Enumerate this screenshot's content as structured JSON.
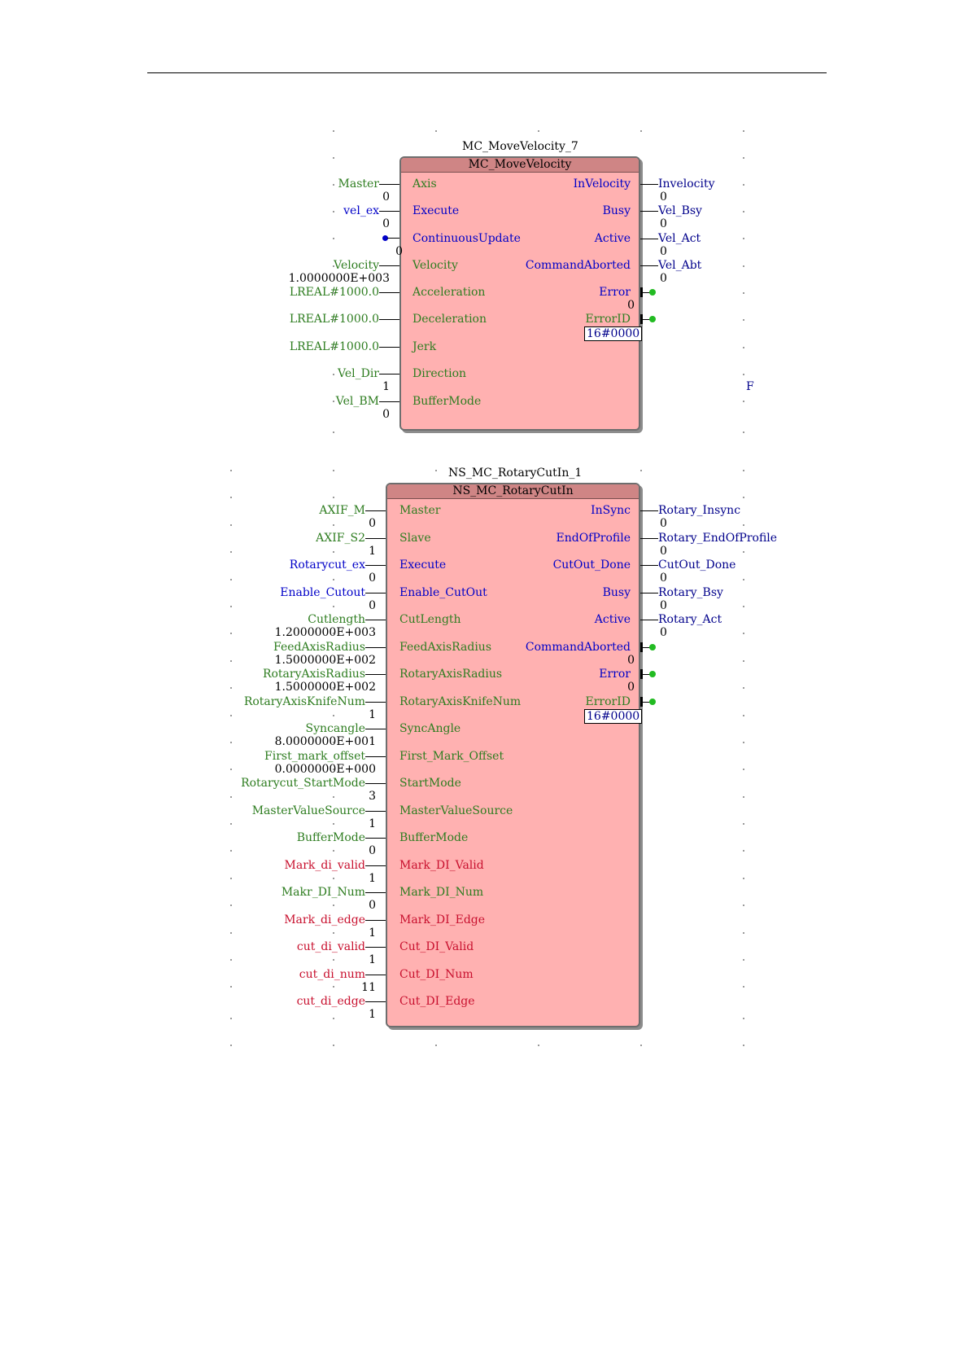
{
  "block1": {
    "instance": "MC_MoveVelocity_7",
    "type": "MC_MoveVelocity",
    "inputs": [
      {
        "pin": "Axis",
        "var": "Master",
        "val": "0",
        "pinColor": "g"
      },
      {
        "pin": "Execute",
        "var": "vel_ex",
        "val": "0",
        "pinColor": "b"
      },
      {
        "pin": "ContinuousUpdate",
        "var": "",
        "val": "0",
        "pinColor": "b"
      },
      {
        "pin": "Velocity",
        "var": "Velocity",
        "val": "1.0000000E+003",
        "pinColor": "g"
      },
      {
        "pin": "Acceleration",
        "var": "LREAL#1000.0",
        "val": "",
        "pinColor": "g"
      },
      {
        "pin": "Deceleration",
        "var": "LREAL#1000.0",
        "val": "",
        "pinColor": "g"
      },
      {
        "pin": "Jerk",
        "var": "LREAL#1000.0",
        "val": "",
        "pinColor": "g"
      },
      {
        "pin": "Direction",
        "var": "Vel_Dir",
        "val": "1",
        "pinColor": "g"
      },
      {
        "pin": "BufferMode",
        "var": "Vel_BM",
        "val": "0",
        "pinColor": "g"
      }
    ],
    "outputs": [
      {
        "pin": "InVelocity",
        "var": "Invelocity",
        "val": "0"
      },
      {
        "pin": "Busy",
        "var": "Vel_Bsy",
        "val": "0"
      },
      {
        "pin": "Active",
        "var": "Vel_Act",
        "val": "0"
      },
      {
        "pin": "CommandAborted",
        "var": "Vel_Abt",
        "val": "0"
      },
      {
        "pin": "Error",
        "var": "",
        "val": "0"
      },
      {
        "pin": "ErrorID",
        "var": "",
        "val": "16#0000"
      }
    ],
    "side_mark": "F"
  },
  "block2": {
    "instance": "NS_MC_RotaryCutIn_1",
    "type": "NS_MC_RotaryCutIn",
    "inputs": [
      {
        "pin": "Master",
        "var": "AXIF_M",
        "val": "0",
        "pinColor": "g",
        "varColor": "g"
      },
      {
        "pin": "Slave",
        "var": "AXIF_S2",
        "val": "1",
        "pinColor": "g",
        "varColor": "g"
      },
      {
        "pin": "Execute",
        "var": "Rotarycut_ex",
        "val": "0",
        "pinColor": "b",
        "varColor": "b"
      },
      {
        "pin": "Enable_CutOut",
        "var": "Enable_Cutout",
        "val": "0",
        "pinColor": "b",
        "varColor": "b"
      },
      {
        "pin": "CutLength",
        "var": "Cutlength",
        "val": "1.2000000E+003",
        "pinColor": "g",
        "varColor": "g"
      },
      {
        "pin": "FeedAxisRadius",
        "var": "FeedAxisRadius",
        "val": "1.5000000E+002",
        "pinColor": "g",
        "varColor": "g"
      },
      {
        "pin": "RotaryAxisRadius",
        "var": "RotaryAxisRadius",
        "val": "1.5000000E+002",
        "pinColor": "g",
        "varColor": "g"
      },
      {
        "pin": "RotaryAxisKnifeNum",
        "var": "RotaryAxisKnifeNum",
        "val": "1",
        "pinColor": "g",
        "varColor": "g"
      },
      {
        "pin": "SyncAngle",
        "var": "Syncangle",
        "val": "8.0000000E+001",
        "pinColor": "g",
        "varColor": "g"
      },
      {
        "pin": "First_Mark_Offset",
        "var": "First_mark_offset",
        "val": "0.0000000E+000",
        "pinColor": "g",
        "varColor": "g"
      },
      {
        "pin": "StartMode",
        "var": "Rotarycut_StartMode",
        "val": "3",
        "pinColor": "g",
        "varColor": "g"
      },
      {
        "pin": "MasterValueSource",
        "var": "MasterValueSource",
        "val": "1",
        "pinColor": "g",
        "varColor": "g"
      },
      {
        "pin": "BufferMode",
        "var": "BufferMode",
        "val": "0",
        "pinColor": "g",
        "varColor": "g"
      },
      {
        "pin": "Mark_DI_Valid",
        "var": "Mark_di_valid",
        "val": "1",
        "pinColor": "r",
        "varColor": "r"
      },
      {
        "pin": "Mark_DI_Num",
        "var": "Makr_DI_Num",
        "val": "0",
        "pinColor": "g",
        "varColor": "g"
      },
      {
        "pin": "Mark_DI_Edge",
        "var": "Mark_di_edge",
        "val": "1",
        "pinColor": "r",
        "varColor": "r"
      },
      {
        "pin": "Cut_DI_Valid",
        "var": "cut_di_valid",
        "val": "1",
        "pinColor": "r",
        "varColor": "r"
      },
      {
        "pin": "Cut_DI_Num",
        "var": "cut_di_num",
        "val": "11",
        "pinColor": "r",
        "varColor": "r"
      },
      {
        "pin": "Cut_DI_Edge",
        "var": "cut_di_edge",
        "val": "1",
        "pinColor": "r",
        "varColor": "r"
      }
    ],
    "outputs": [
      {
        "pin": "InSync",
        "var": "Rotary_Insync",
        "val": "0"
      },
      {
        "pin": "EndOfProfile",
        "var": "Rotary_EndOfProfile",
        "val": "0"
      },
      {
        "pin": "CutOut_Done",
        "var": "CutOut_Done",
        "val": "0"
      },
      {
        "pin": "Busy",
        "var": "Rotary_Bsy",
        "val": "0"
      },
      {
        "pin": "Active",
        "var": "Rotary_Act",
        "val": "0"
      },
      {
        "pin": "CommandAborted",
        "var": "",
        "val": "0"
      },
      {
        "pin": "Error",
        "var": "",
        "val": "0"
      },
      {
        "pin": "ErrorID",
        "var": "",
        "val": "16#0000"
      }
    ]
  },
  "colors": {
    "block_fill": "#ffb1b1",
    "block_title": "#cf8585",
    "green": "#2e7d20",
    "blue": "#0000c8",
    "red": "#c8102e",
    "ok_dot": "#22bb22"
  }
}
